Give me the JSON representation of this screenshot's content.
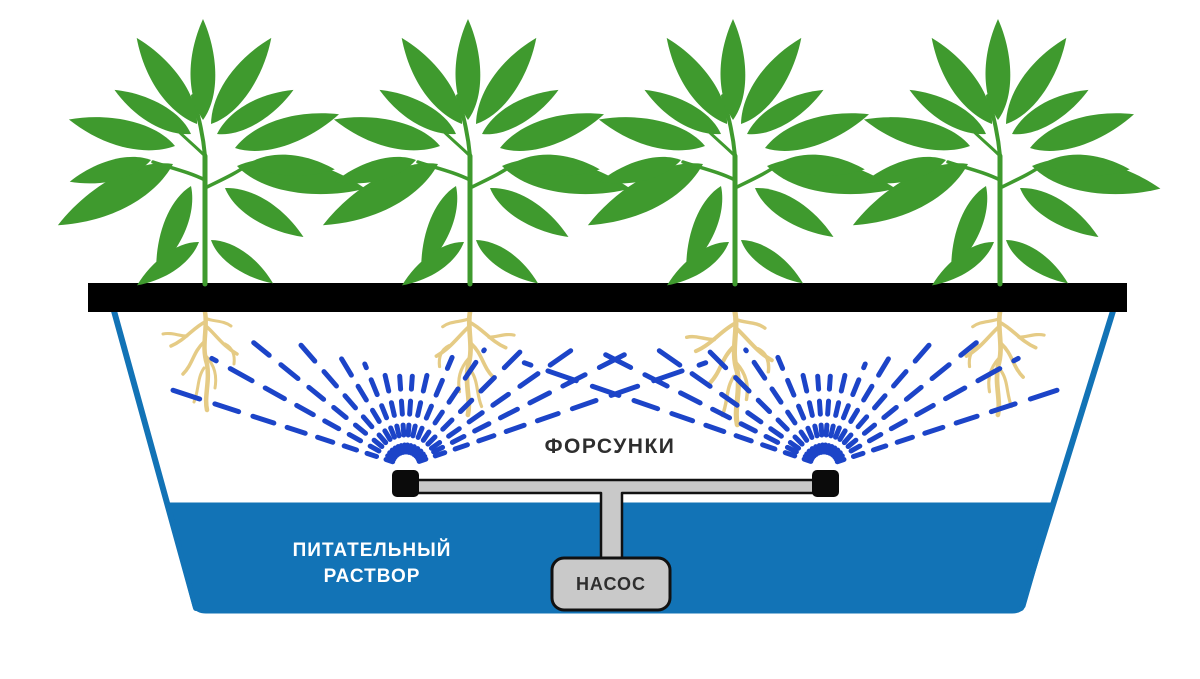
{
  "diagram": {
    "labels": {
      "nozzles": "ФОРСУНКИ",
      "solution_line1": "ПИТАТЕЛЬНЫЙ",
      "solution_line2": "РАСТВОР",
      "pump": "НАСОС"
    },
    "colors": {
      "plant_green": "#3f9a2e",
      "root_tan": "#e5cb85",
      "spray_blue": "#1c44c8",
      "water_blue": "#1273b6",
      "pipe_gray": "#c9c9c9",
      "outline_black": "#111111",
      "lid_black": "#000000",
      "label_dark": "#2e2e2e",
      "label_white": "#ffffff"
    }
  }
}
